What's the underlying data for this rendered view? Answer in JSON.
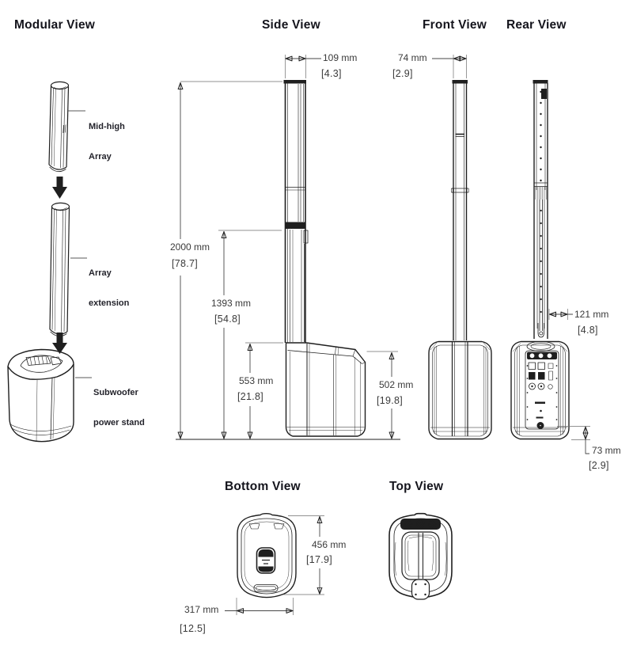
{
  "titles": {
    "modular": "Modular View",
    "side": "Side View",
    "front": "Front View",
    "rear": "Rear View",
    "bottom": "Bottom View",
    "top": "Top View"
  },
  "component_labels": {
    "mid_high_array": [
      "Mid-high",
      "Array"
    ],
    "array_extension": [
      "Array",
      "extension"
    ],
    "subwoofer_power_stand": [
      "Subwoofer",
      "power stand"
    ]
  },
  "dimensions": {
    "side_width": {
      "mm": "109 mm",
      "in": "[4.3]"
    },
    "front_width": {
      "mm": "74 mm",
      "in": "[2.9]"
    },
    "total_height": {
      "mm": "2000 mm",
      "in": "[78.7]"
    },
    "array_height": {
      "mm": "1393 mm",
      "in": "[54.8]"
    },
    "stand_top_height": {
      "mm": "553 mm",
      "in": "[21.8]"
    },
    "stand_rear_height": {
      "mm": "502 mm",
      "in": "[19.8]"
    },
    "rear_pole_depth": {
      "mm": "121 mm",
      "in": "[4.8]"
    },
    "rear_bottom_offset": {
      "mm": "73 mm",
      "in": "[2.9]"
    },
    "base_depth": {
      "mm": "456 mm",
      "in": "[17.9]"
    },
    "base_width": {
      "mm": "317 mm",
      "in": "[12.5]"
    }
  },
  "colors": {
    "background": "#ffffff",
    "line_art": "#1f1f1f",
    "dimension_lines": "#474747",
    "dimension_text": "#3a3a3a",
    "title_text": "#14141c"
  }
}
